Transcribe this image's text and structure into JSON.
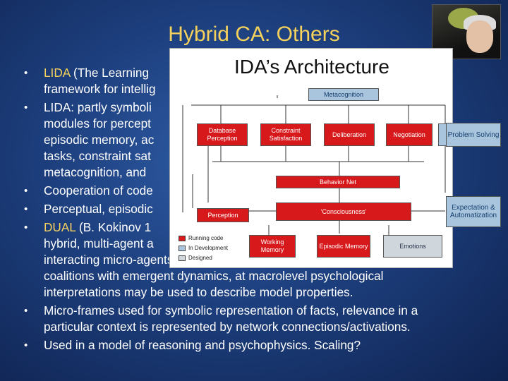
{
  "slide": {
    "title": "Hybrid CA: Others",
    "bullets": [
      {
        "highlight": "LIDA",
        "rest": " (The Learning",
        "cont": "framework for intellig"
      },
      {
        "text": "LIDA: partly symboli",
        "cont": [
          "modules for percept",
          "episodic memory, ac",
          "tasks, constraint sat",
          "metacognition, and"
        ]
      },
      {
        "text": "Cooperation of code"
      },
      {
        "text": "Perceptual, episodic"
      },
      {
        "highlight": "DUAL",
        "rest": " (B. Kokinov 1",
        "cont": [
          "hybrid, multi-agent a",
          "interacting micro-agents for memory and processing, agents form",
          "coalitions with emergent dynamics, at macrolevel psychological",
          "interpretations may be used to describe model properties."
        ]
      },
      {
        "text": "Micro-frames used for symbolic representation of facts, relevance in a",
        "cont": [
          "particular context is represented by network connections/activations."
        ]
      },
      {
        "text": "Used in a model of reasoning and psychophysics. Scaling?"
      }
    ]
  },
  "diagram": {
    "title": "IDA’s Architecture",
    "colors": {
      "running": "#d7191c",
      "development": "#a9c5de",
      "designed": "#cfd6dc"
    },
    "boxes": {
      "metacognition": "Metacognition",
      "database_perception": "Database Perception",
      "constraint_satisfaction": "Constraint Satisfaction",
      "deliberation": "Deliberation",
      "negotiation": "Negotiation",
      "problem_solving": "Problem Solving",
      "behavior_net": "Behavior Net",
      "expectation": "Expectation & Automatization",
      "perception": "Perception",
      "consciousness": "‘Consciousness’",
      "working_memory": "Working Memory",
      "episodic_memory": "Episodic Memory",
      "emotions": "Emotions"
    },
    "legend": [
      "Running code",
      "In Development",
      "Designed"
    ]
  }
}
